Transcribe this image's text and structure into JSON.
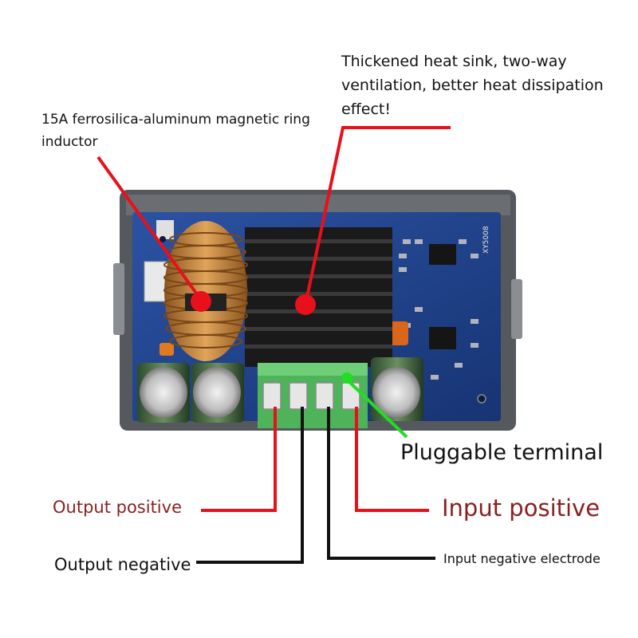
{
  "callouts": {
    "heatsink": "Thickened heat sink, two-way\nventilation, better heat dissipation\n effect!",
    "inductor": "15A ferrosilica-aluminum magnetic ring\ninductor",
    "terminal": "Pluggable terminal",
    "output_positive": "Output positive",
    "input_positive": "Input positive",
    "output_negative": "Output negative",
    "input_negative": "Input negative electrode"
  },
  "board_silkscreen": "XY5008",
  "colors": {
    "callout_red": "#e8101a",
    "callout_green": "#22dd22",
    "callout_black": "#111111",
    "polarity_text_red": "#8a1f1f",
    "pcb_blue": "#1f3f86",
    "terminal_green": "#4fb35a",
    "heatsink_black": "#1a1a1a",
    "inductor_copper": "#c98a3a"
  }
}
